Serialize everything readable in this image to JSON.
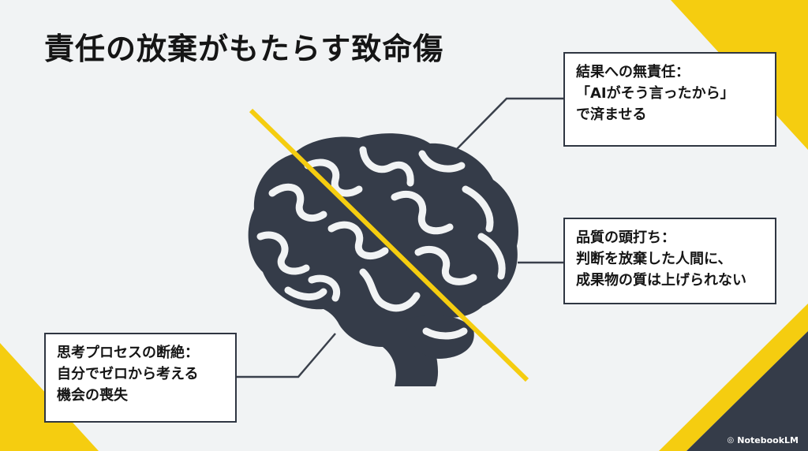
{
  "title": "責任の放棄がもたらす致命傷",
  "callouts": {
    "accountability": {
      "lines": [
        "結果への無責任：",
        "「AIがそう言ったから」",
        "で済ませる"
      ]
    },
    "quality": {
      "lines": [
        "品質の頭打ち：",
        "判断を放棄した人間に、",
        "成果物の質は上げられない"
      ]
    },
    "thinking": {
      "lines": [
        "思考プロセスの断絶：",
        "自分でゼロから考える",
        "機会の喪失"
      ]
    }
  },
  "brand": {
    "label": "NotebookLM",
    "icon": "notebooklm-logo-icon"
  },
  "colors": {
    "background": "#f1f3f4",
    "accent_yellow": "#f5cd10",
    "brain": "#353c49",
    "line": "#3a404b"
  }
}
